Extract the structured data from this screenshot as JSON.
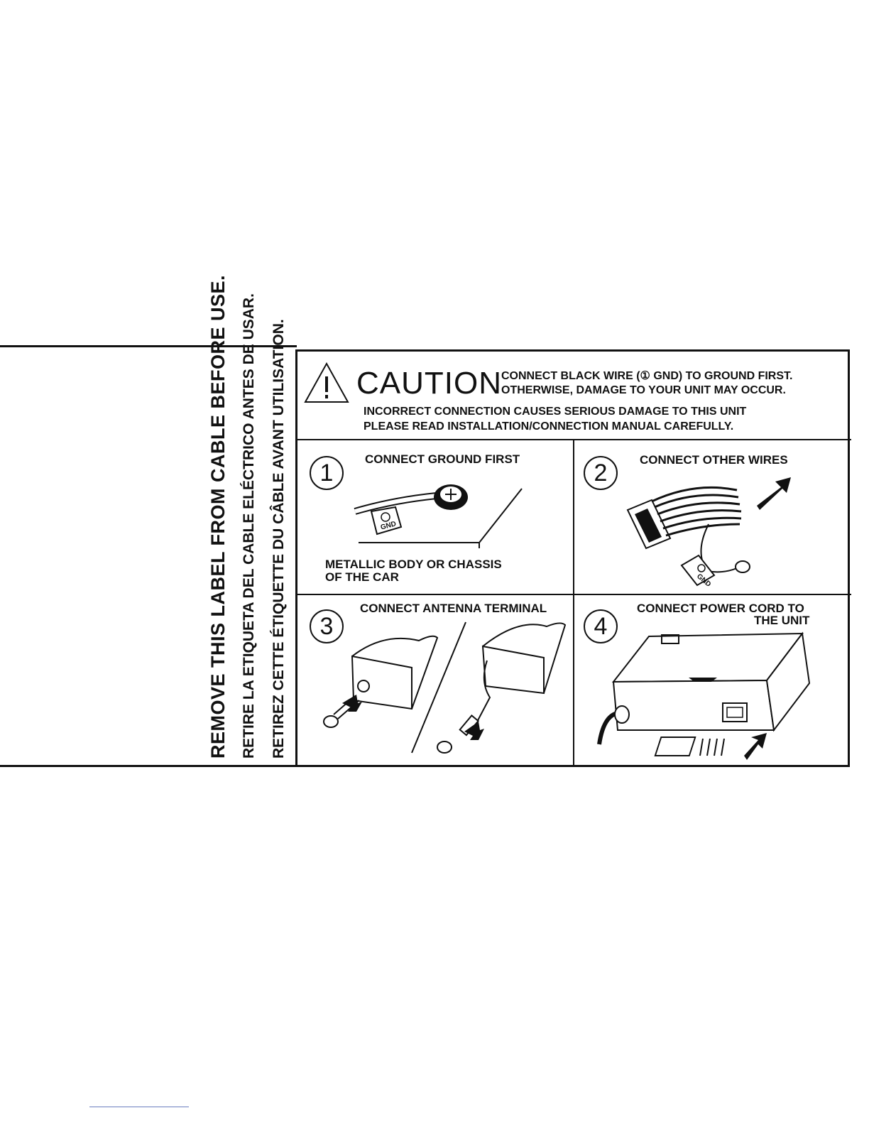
{
  "side_text": {
    "english": "REMOVE THIS LABEL FROM CABLE BEFORE USE.",
    "spanish": "RETIRE LA ETIQUETA DEL CABLE ELÉCTRICO ANTES DE USAR.",
    "french": "RETIREZ CETTE ÉTIQUETTE DU CÂBLE AVANT UTILISATION."
  },
  "caution": {
    "title": "CAUTION",
    "line1": "CONNECT BLACK WIRE (① GND) TO GROUND FIRST.",
    "line2": "OTHERWISE, DAMAGE TO YOUR UNIT MAY OCCUR.",
    "line3": "INCORRECT CONNECTION CAUSES SERIOUS DAMAGE TO THIS UNIT",
    "line4": "PLEASE READ INSTALLATION/CONNECTION MANUAL CAREFULLY."
  },
  "steps": [
    {
      "number": "1",
      "title": "CONNECT GROUND FIRST",
      "caption_line1": "METALLIC BODY OR CHASSIS",
      "caption_line2": "OF THE CAR",
      "tag": "GND"
    },
    {
      "number": "2",
      "title": "CONNECT OTHER WIRES",
      "tag": "GND"
    },
    {
      "number": "3",
      "title": "CONNECT ANTENNA TERMINAL"
    },
    {
      "number": "4",
      "title_line1": "CONNECT POWER CORD TO",
      "title_line2": "THE UNIT"
    }
  ]
}
